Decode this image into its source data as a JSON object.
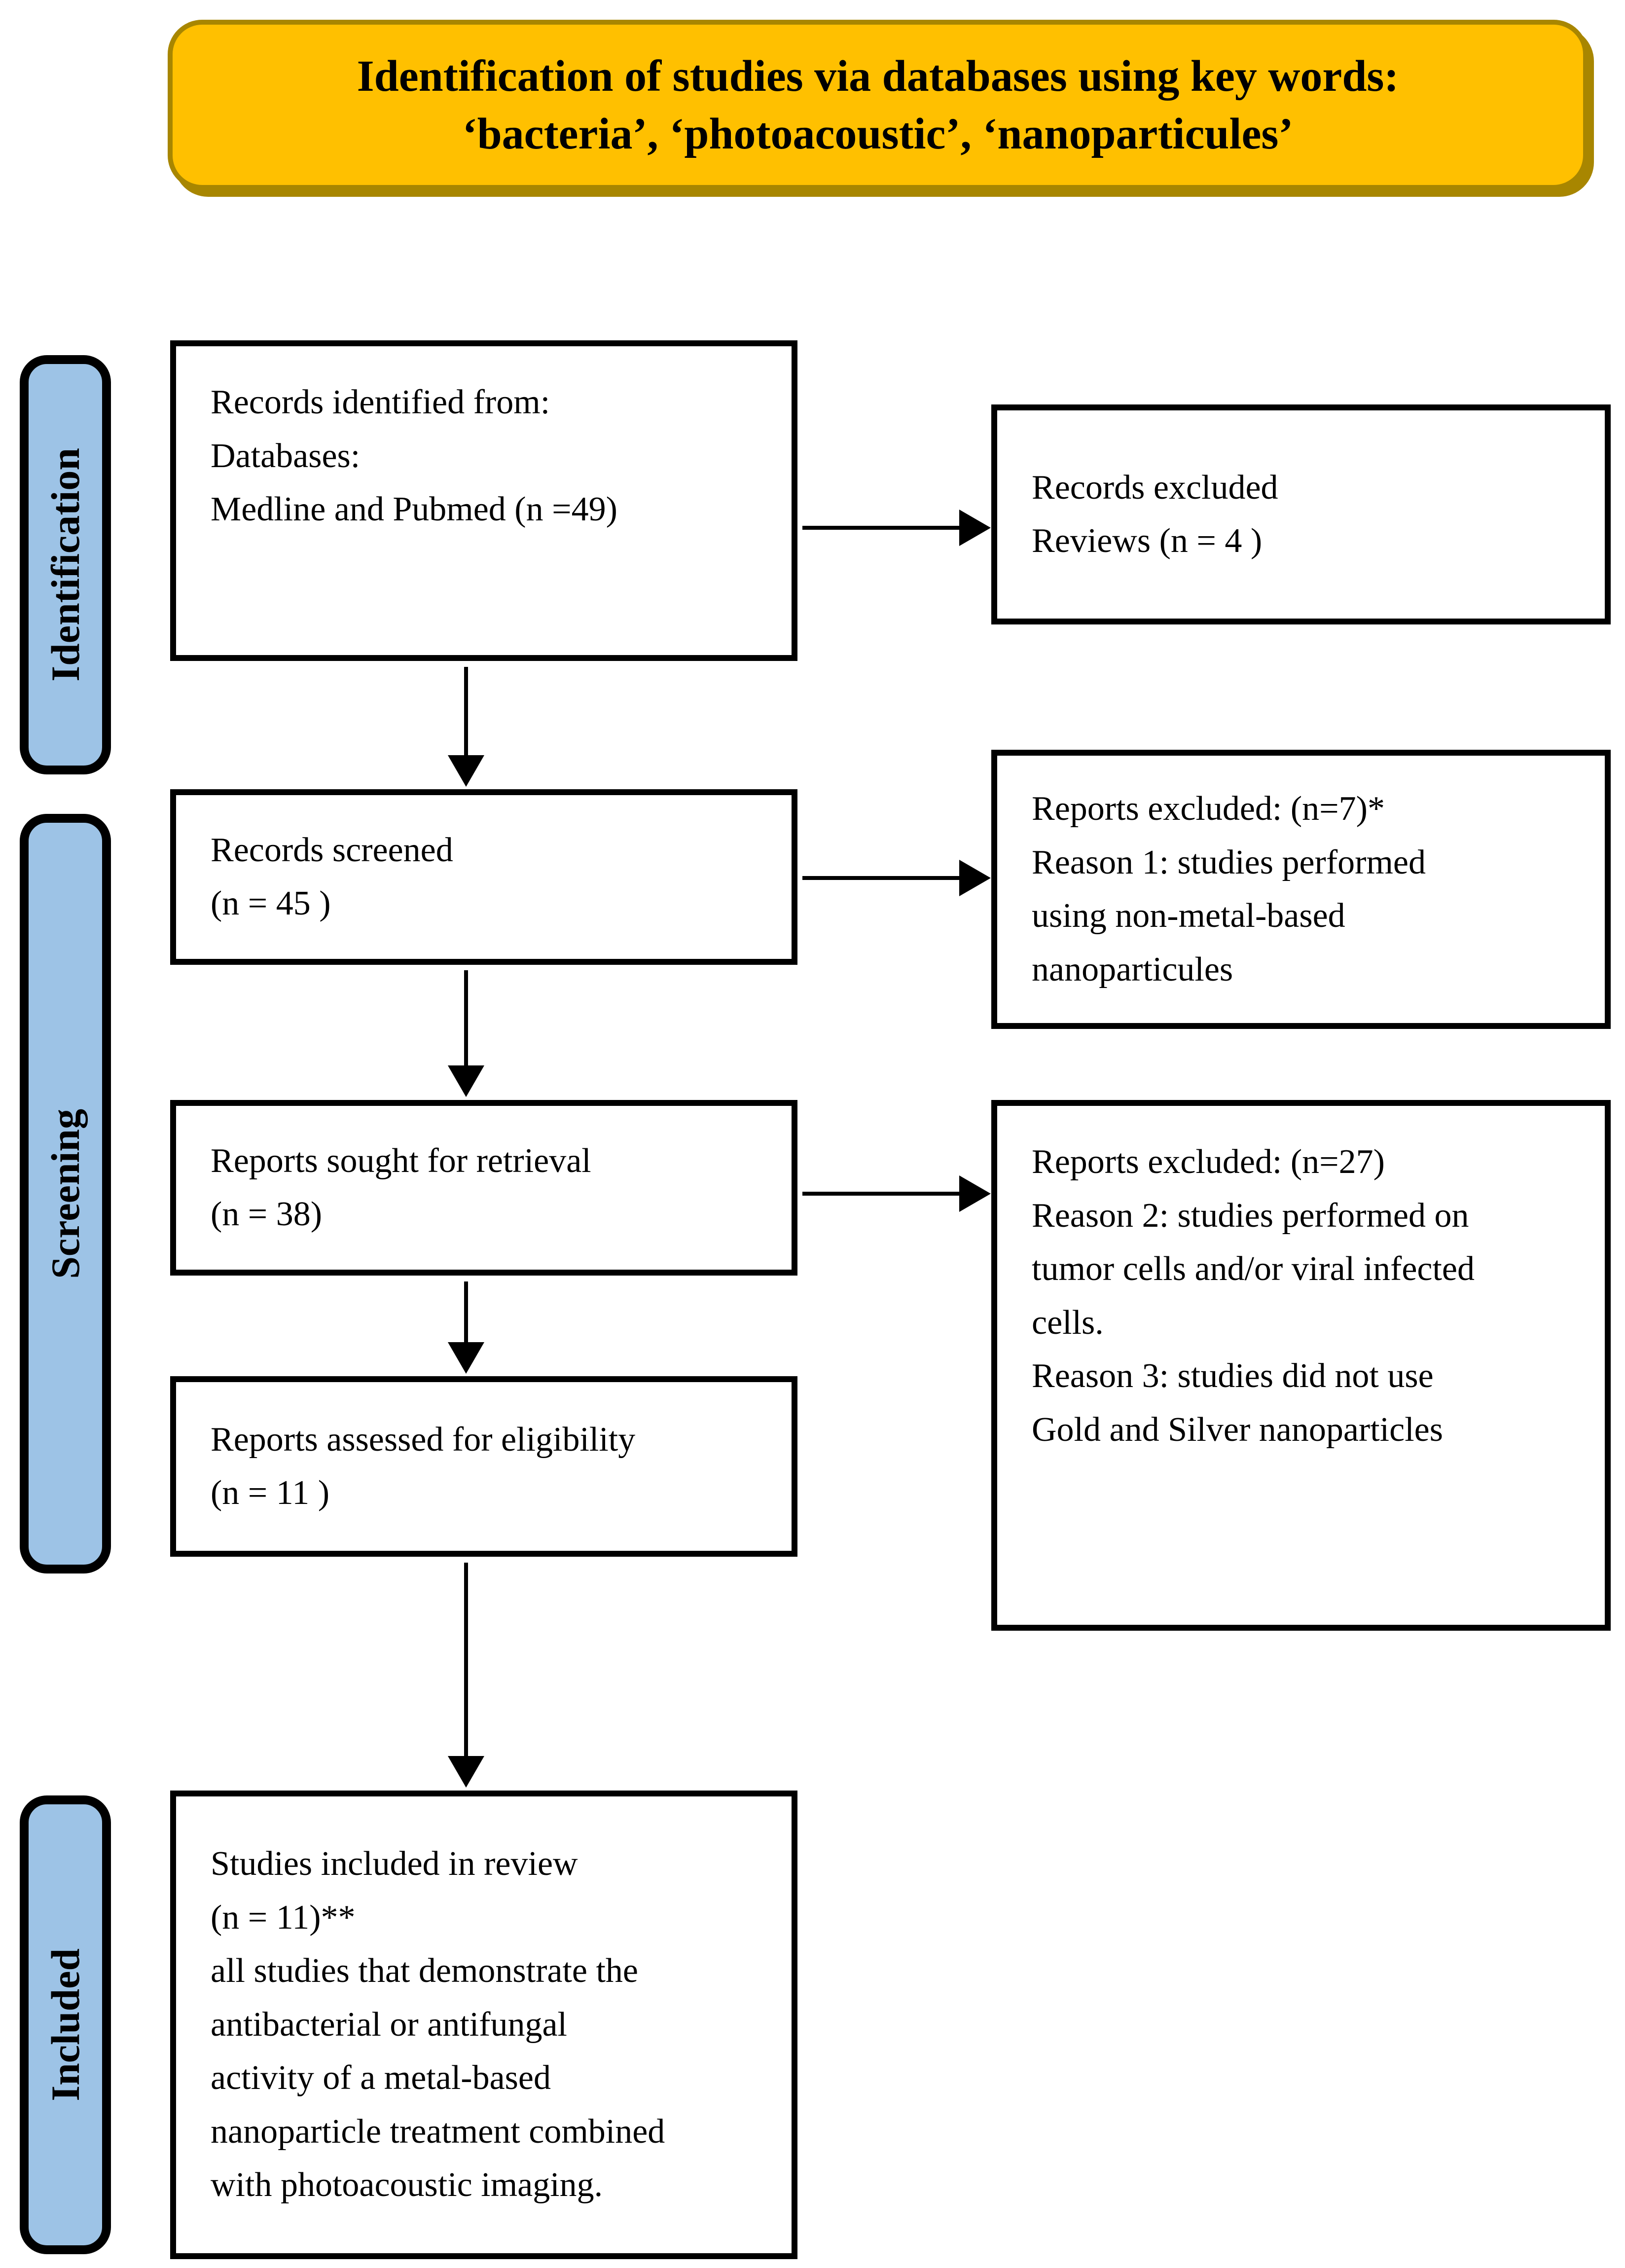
{
  "title": {
    "line1": "Identification of studies via databases using key words:",
    "line2": "‘bacteria’, ‘photoacoustic’, ‘nanoparticules’"
  },
  "stages": [
    {
      "label": "Identification"
    },
    {
      "label": "Screening"
    },
    {
      "label": "Included"
    }
  ],
  "flow": {
    "identified": "Records identified from:\nDatabases:\nMedline and Pubmed (n =49)",
    "screened": "Records screened\n(n = 45 )",
    "sought": "Reports sought for retrieval\n(n = 38)",
    "assessed": "Reports assessed for eligibility\n(n = 11 )",
    "included": "Studies included in review\n(n = 11)**\nall studies that demonstrate the\nantibacterial or antifungal\nactivity of a metal-based\nnanoparticle treatment combined\nwith photoacoustic imaging."
  },
  "excluded": {
    "records": "Records excluded\nReviews (n = 4 )",
    "reports1": "Reports excluded: (n=7)*\nReason 1: studies performed\nusing non-metal-based\nnanoparticules",
    "reports2": "Reports excluded: (n=27)\nReason 2: studies performed on\ntumor cells and/or viral infected\ncells.\nReason 3: studies did not use\nGold and Silver nanoparticles"
  },
  "colors": {
    "header_fill": "#FFC000",
    "header_shadow": "#A88600",
    "stage_fill": "#9DC3E6",
    "ink": "#000000"
  }
}
